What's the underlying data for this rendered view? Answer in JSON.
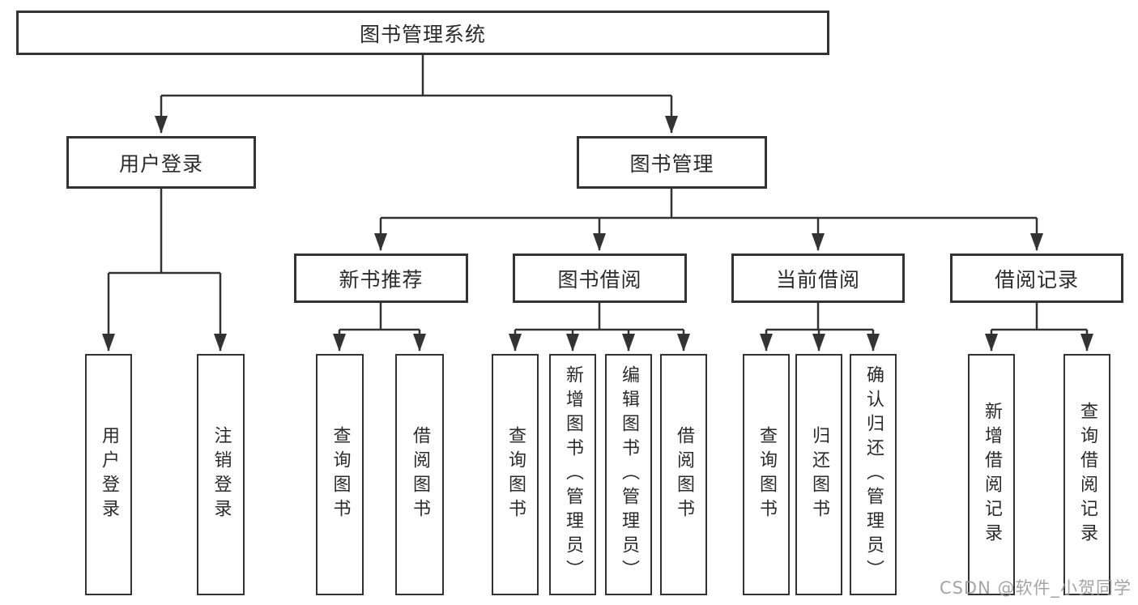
{
  "colors": {
    "line": "#333333",
    "box_border": "#333333",
    "text": "#2b2b2b",
    "watermark": "#9b9b9b",
    "background": "#ffffff"
  },
  "watermark": {
    "text": "CSDN @软件_小贺同学"
  },
  "diagram": {
    "root": {
      "label": "图书管理系统",
      "children": [
        {
          "label": "用户登录",
          "children": [
            {
              "label": "用户登录"
            },
            {
              "label": "注销登录"
            }
          ]
        },
        {
          "label": "图书管理",
          "children": [
            {
              "label": "新书推荐",
              "children": [
                {
                  "label": "查询图书"
                },
                {
                  "label": "借阅图书"
                }
              ]
            },
            {
              "label": "图书借阅",
              "children": [
                {
                  "label": "查询图书"
                },
                {
                  "label": "新增图书（管理员）"
                },
                {
                  "label": "编辑图书（管理员）"
                },
                {
                  "label": "借阅图书"
                }
              ]
            },
            {
              "label": "当前借阅",
              "children": [
                {
                  "label": "查询图书"
                },
                {
                  "label": "归还图书"
                },
                {
                  "label": "确认归还（管理员）"
                }
              ]
            },
            {
              "label": "借阅记录",
              "children": [
                {
                  "label": "新增借阅记录"
                },
                {
                  "label": "查询借阅记录"
                }
              ]
            }
          ]
        }
      ]
    }
  }
}
